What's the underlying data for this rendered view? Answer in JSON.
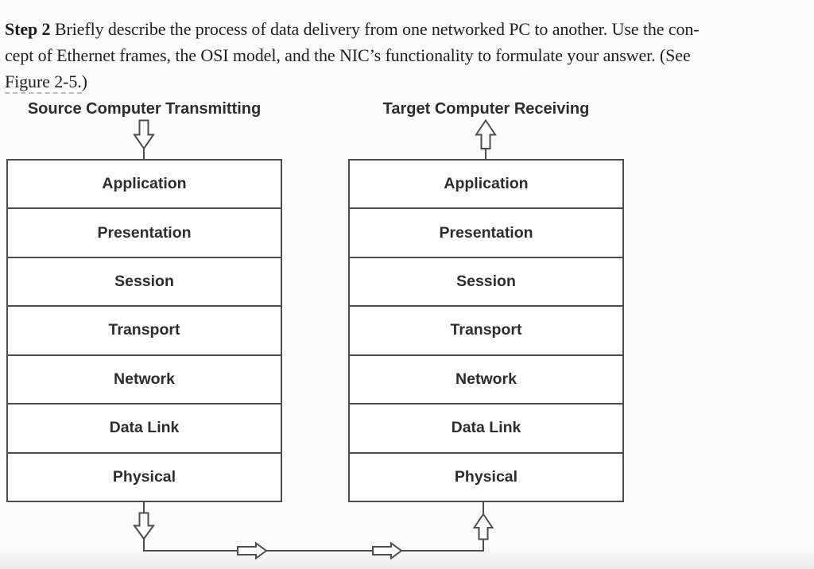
{
  "page": {
    "background": "#fcfcfc",
    "footer_fade_color": "#eaeaea"
  },
  "instruction": {
    "step_label": "Step 2",
    "line1_rest": " Briefly describe the process of data delivery from one networked PC to another. Use the con-",
    "line2": "cept of Ethernet frames, the OSI model, and the NIC’s functionality to formulate your answer. (See",
    "figure_link": "Figure 2-5.",
    "line3_suffix": ")"
  },
  "diagram": {
    "type": "osi-stack-comparison",
    "stroke_color": "#4d4d4d",
    "text_color": "#2d2d2d",
    "left_stack": {
      "title": "Source Computer Transmitting",
      "layers": [
        "Application",
        "Presentation",
        "Session",
        "Transport",
        "Network",
        "Data Link",
        "Physical"
      ]
    },
    "right_stack": {
      "title": "Target Computer Receiving",
      "layers": [
        "Application",
        "Presentation",
        "Session",
        "Transport",
        "Network",
        "Data Link",
        "Physical"
      ]
    },
    "icons": {
      "top_left": "down-arrow-icon",
      "top_right": "up-arrow-icon",
      "bottom_left": "down-arrow-icon",
      "bottom_right": "up-arrow-icon",
      "flow_path": "right-arrow-icon"
    }
  }
}
